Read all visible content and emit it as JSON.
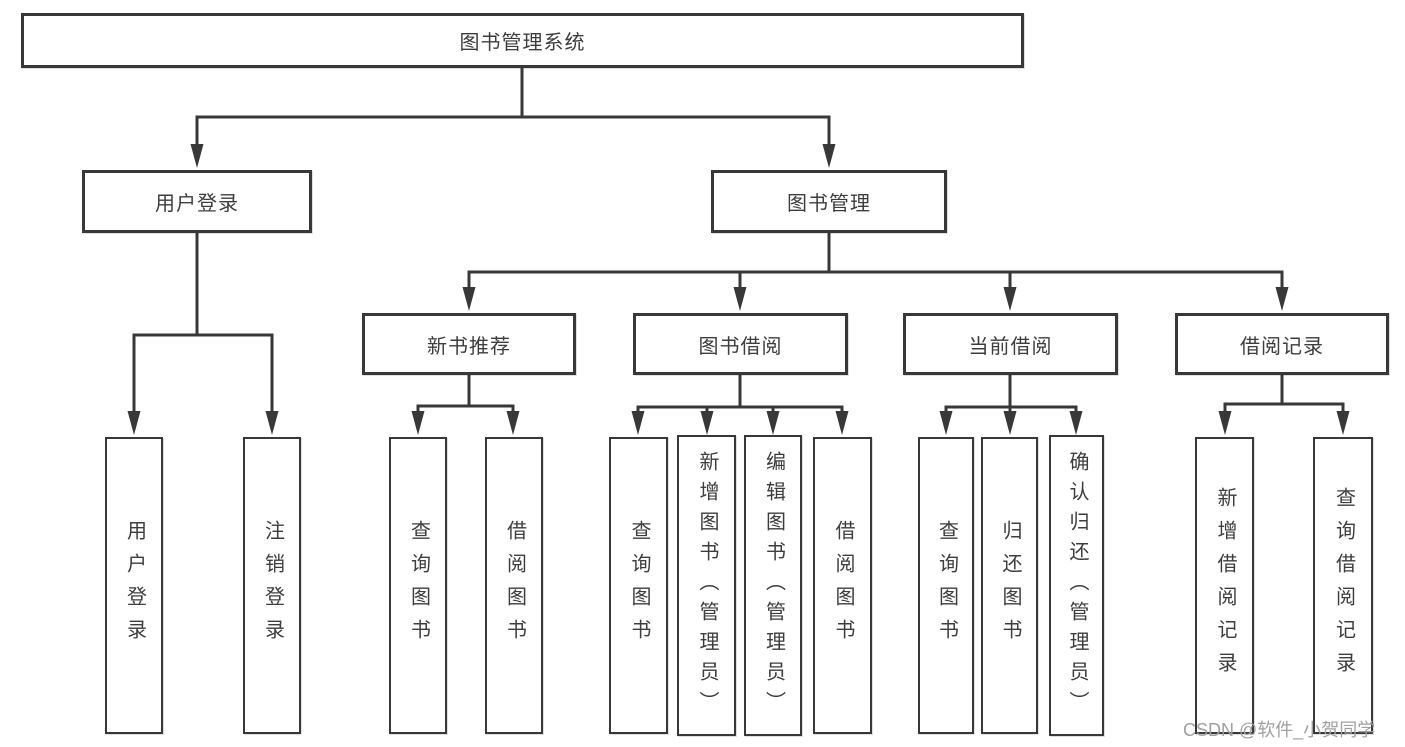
{
  "diagram": {
    "root": {
      "label": "图书管理系统"
    },
    "level2": [
      {
        "label": "用户登录"
      },
      {
        "label": "图书管理"
      }
    ],
    "level3": [
      {
        "label": "新书推荐"
      },
      {
        "label": "图书借阅"
      },
      {
        "label": "当前借阅"
      },
      {
        "label": "借阅记录"
      }
    ],
    "leaves": [
      {
        "label": "用户登录"
      },
      {
        "label": "注销登录"
      },
      {
        "label": "查询图书"
      },
      {
        "label": "借阅图书"
      },
      {
        "label": "查询图书"
      },
      {
        "label": "新增图书（管理员）"
      },
      {
        "label": "编辑图书（管理员）"
      },
      {
        "label": "借阅图书"
      },
      {
        "label": "查询图书"
      },
      {
        "label": "归还图书"
      },
      {
        "label": "确认归还（管理员）"
      },
      {
        "label": "新增借阅记录"
      },
      {
        "label": "查询借阅记录"
      }
    ]
  },
  "watermark": {
    "text": "CSDN @软件_小贺同学"
  },
  "colors": {
    "line": "#383838",
    "text": "#3d3d3d",
    "watermark": "#a0a0a0",
    "background": "#ffffff"
  }
}
